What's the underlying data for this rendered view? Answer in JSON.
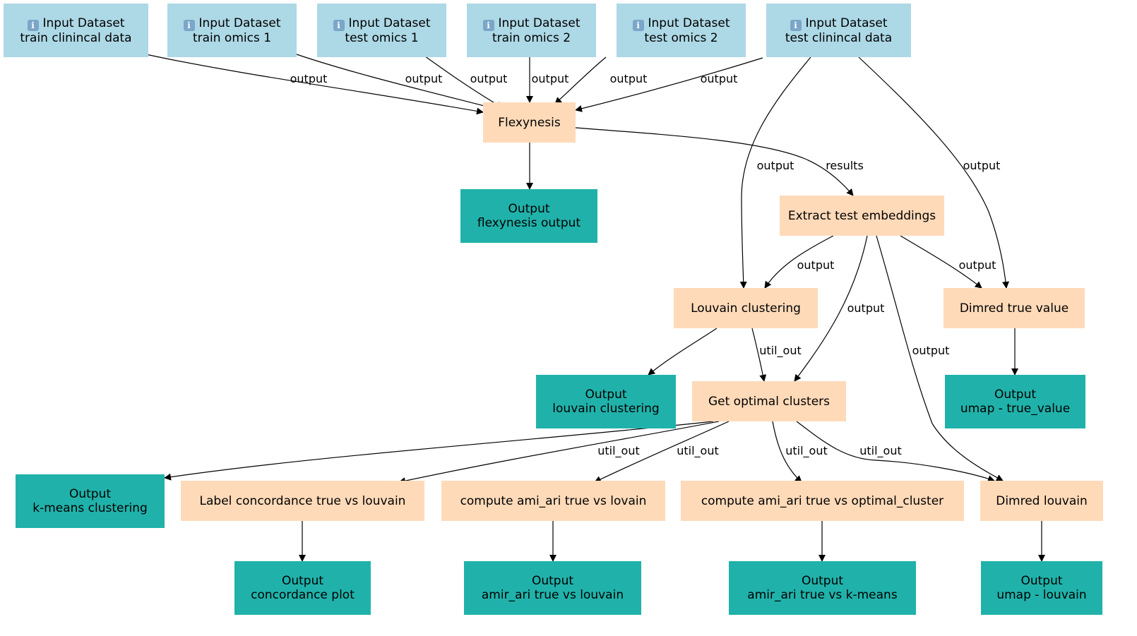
{
  "nodes": {
    "in_train_clin": {
      "kind": "input",
      "line1": "Input Dataset",
      "line2": "train clinincal data"
    },
    "in_train_omics1": {
      "kind": "input",
      "line1": "Input Dataset",
      "line2": "train omics 1"
    },
    "in_test_omics1": {
      "kind": "input",
      "line1": "Input Dataset",
      "line2": "test omics 1"
    },
    "in_train_omics2": {
      "kind": "input",
      "line1": "Input Dataset",
      "line2": "train omics 2"
    },
    "in_test_omics2": {
      "kind": "input",
      "line1": "Input Dataset",
      "line2": "test omics 2"
    },
    "in_test_clin": {
      "kind": "input",
      "line1": "Input Dataset",
      "line2": "test clinincal data"
    },
    "flexynesis": {
      "kind": "tool",
      "label": "Flexynesis"
    },
    "out_flexynesis": {
      "kind": "output",
      "line1": "Output",
      "line2": "flexynesis output"
    },
    "extract": {
      "kind": "tool",
      "label": "Extract test embeddings"
    },
    "louvain": {
      "kind": "tool",
      "label": "Louvain clustering"
    },
    "dimred_true": {
      "kind": "tool",
      "label": "Dimred true value"
    },
    "out_louvain": {
      "kind": "output",
      "line1": "Output",
      "line2": "louvain clustering"
    },
    "optimal": {
      "kind": "tool",
      "label": "Get optimal clusters"
    },
    "out_umap_true": {
      "kind": "output",
      "line1": "Output",
      "line2": "umap - true_value"
    },
    "out_kmeans": {
      "kind": "output",
      "line1": "Output",
      "line2": "k-means clustering"
    },
    "concordance": {
      "kind": "tool",
      "label": "Label concordance true vs louvain"
    },
    "ami_lovain": {
      "kind": "tool",
      "label": "compute ami_ari true vs lovain"
    },
    "ami_optimal": {
      "kind": "tool",
      "label": "compute ami_ari true vs optimal_cluster"
    },
    "dimred_louvain": {
      "kind": "tool",
      "label": "Dimred louvain"
    },
    "out_concordance": {
      "kind": "output",
      "line1": "Output",
      "line2": "concordance plot"
    },
    "out_ami_louvain": {
      "kind": "output",
      "line1": "Output",
      "line2": "amir_ari true vs louvain"
    },
    "out_ami_kmeans": {
      "kind": "output",
      "line1": "Output",
      "line2": "amir_ari true vs k-means"
    },
    "out_umap_louvain": {
      "kind": "output",
      "line1": "Output",
      "line2": "umap - louvain"
    }
  },
  "edges": [
    {
      "id": "e1",
      "from": "in_train_clin",
      "to": "flexynesis",
      "label": "output"
    },
    {
      "id": "e2",
      "from": "in_train_omics1",
      "to": "flexynesis",
      "label": "output"
    },
    {
      "id": "e3",
      "from": "in_test_omics1",
      "to": "flexynesis",
      "label": "output"
    },
    {
      "id": "e4",
      "from": "in_train_omics2",
      "to": "flexynesis",
      "label": "output"
    },
    {
      "id": "e5",
      "from": "in_test_omics2",
      "to": "flexynesis",
      "label": "output"
    },
    {
      "id": "e6",
      "from": "in_test_clin",
      "to": "flexynesis",
      "label": "output"
    },
    {
      "id": "e7",
      "from": "flexynesis",
      "to": "out_flexynesis",
      "label": ""
    },
    {
      "id": "e8",
      "from": "flexynesis",
      "to": "extract",
      "label": "results"
    },
    {
      "id": "e9",
      "from": "in_test_clin",
      "to": "louvain",
      "label": "output"
    },
    {
      "id": "e10",
      "from": "in_test_clin",
      "to": "dimred_true",
      "label": "output"
    },
    {
      "id": "e11",
      "from": "extract",
      "to": "louvain",
      "label": "output"
    },
    {
      "id": "e12",
      "from": "extract",
      "to": "dimred_true",
      "label": "output"
    },
    {
      "id": "e13",
      "from": "extract",
      "to": "optimal",
      "label": "output"
    },
    {
      "id": "e14",
      "from": "extract",
      "to": "dimred_louvain",
      "label": "output"
    },
    {
      "id": "e15",
      "from": "louvain",
      "to": "out_louvain",
      "label": ""
    },
    {
      "id": "e16",
      "from": "louvain",
      "to": "optimal",
      "label": "util_out"
    },
    {
      "id": "e17",
      "from": "dimred_true",
      "to": "out_umap_true",
      "label": ""
    },
    {
      "id": "e18",
      "from": "optimal",
      "to": "out_kmeans",
      "label": ""
    },
    {
      "id": "e19",
      "from": "optimal",
      "to": "concordance",
      "label": "util_out"
    },
    {
      "id": "e20",
      "from": "optimal",
      "to": "ami_lovain",
      "label": "util_out"
    },
    {
      "id": "e21",
      "from": "optimal",
      "to": "ami_optimal",
      "label": "util_out"
    },
    {
      "id": "e22",
      "from": "optimal",
      "to": "dimred_louvain",
      "label": "util_out"
    },
    {
      "id": "e23",
      "from": "concordance",
      "to": "out_concordance",
      "label": ""
    },
    {
      "id": "e24",
      "from": "ami_lovain",
      "to": "out_ami_louvain",
      "label": ""
    },
    {
      "id": "e25",
      "from": "ami_optimal",
      "to": "out_ami_kmeans",
      "label": ""
    },
    {
      "id": "e26",
      "from": "dimred_louvain",
      "to": "out_umap_louvain",
      "label": ""
    }
  ],
  "colors": {
    "input": "#add8e6",
    "tool": "#ffdab9",
    "output": "#20b2aa",
    "edge": "#000000"
  },
  "icons": {
    "input": "info-icon"
  }
}
